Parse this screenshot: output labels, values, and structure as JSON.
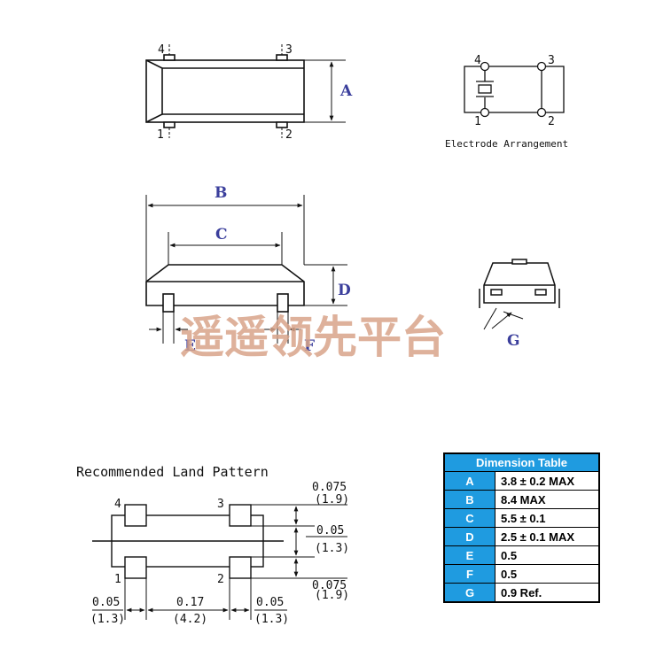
{
  "top_view": {
    "pins": [
      "4",
      "3",
      "1",
      "2"
    ],
    "dim_label": "A"
  },
  "electrode": {
    "pins": [
      "4",
      "3",
      "1",
      "2"
    ],
    "caption": "Electrode Arrangement"
  },
  "side_view": {
    "labels": [
      "B",
      "C",
      "D",
      "E",
      "F"
    ]
  },
  "end_view": {
    "label": "G"
  },
  "watermark": "遥遥领先平台",
  "land_pattern": {
    "title": "Recommended Land Pattern",
    "pins": [
      "4",
      "3",
      "1",
      "2"
    ],
    "right_dims": [
      {
        "top": "0.075",
        "bottom": "(1.9)"
      },
      {
        "top": "0.05",
        "bottom": "(1.3)"
      },
      {
        "top": "0.075",
        "bottom": "(1.9)"
      }
    ],
    "bottom_dims": [
      {
        "top": "0.05",
        "bottom": "(1.3)"
      },
      {
        "top": "0.17",
        "bottom": "(4.2)"
      },
      {
        "top": "0.05",
        "bottom": "(1.3)"
      }
    ]
  },
  "dimension_table": {
    "header": "Dimension Table",
    "rows": [
      {
        "key": "A",
        "value": "3.8 ± 0.2 MAX"
      },
      {
        "key": "B",
        "value": "8.4 MAX"
      },
      {
        "key": "C",
        "value": "5.5 ± 0.1"
      },
      {
        "key": "D",
        "value": "2.5 ± 0.1 MAX"
      },
      {
        "key": "E",
        "value": "0.5"
      },
      {
        "key": "F",
        "value": "0.5"
      },
      {
        "key": "G",
        "value": "0.9 Ref."
      }
    ]
  },
  "colors": {
    "label_blue": "#3b3f9c",
    "table_header": "#1f9be0",
    "watermark": "#d9a48a"
  }
}
